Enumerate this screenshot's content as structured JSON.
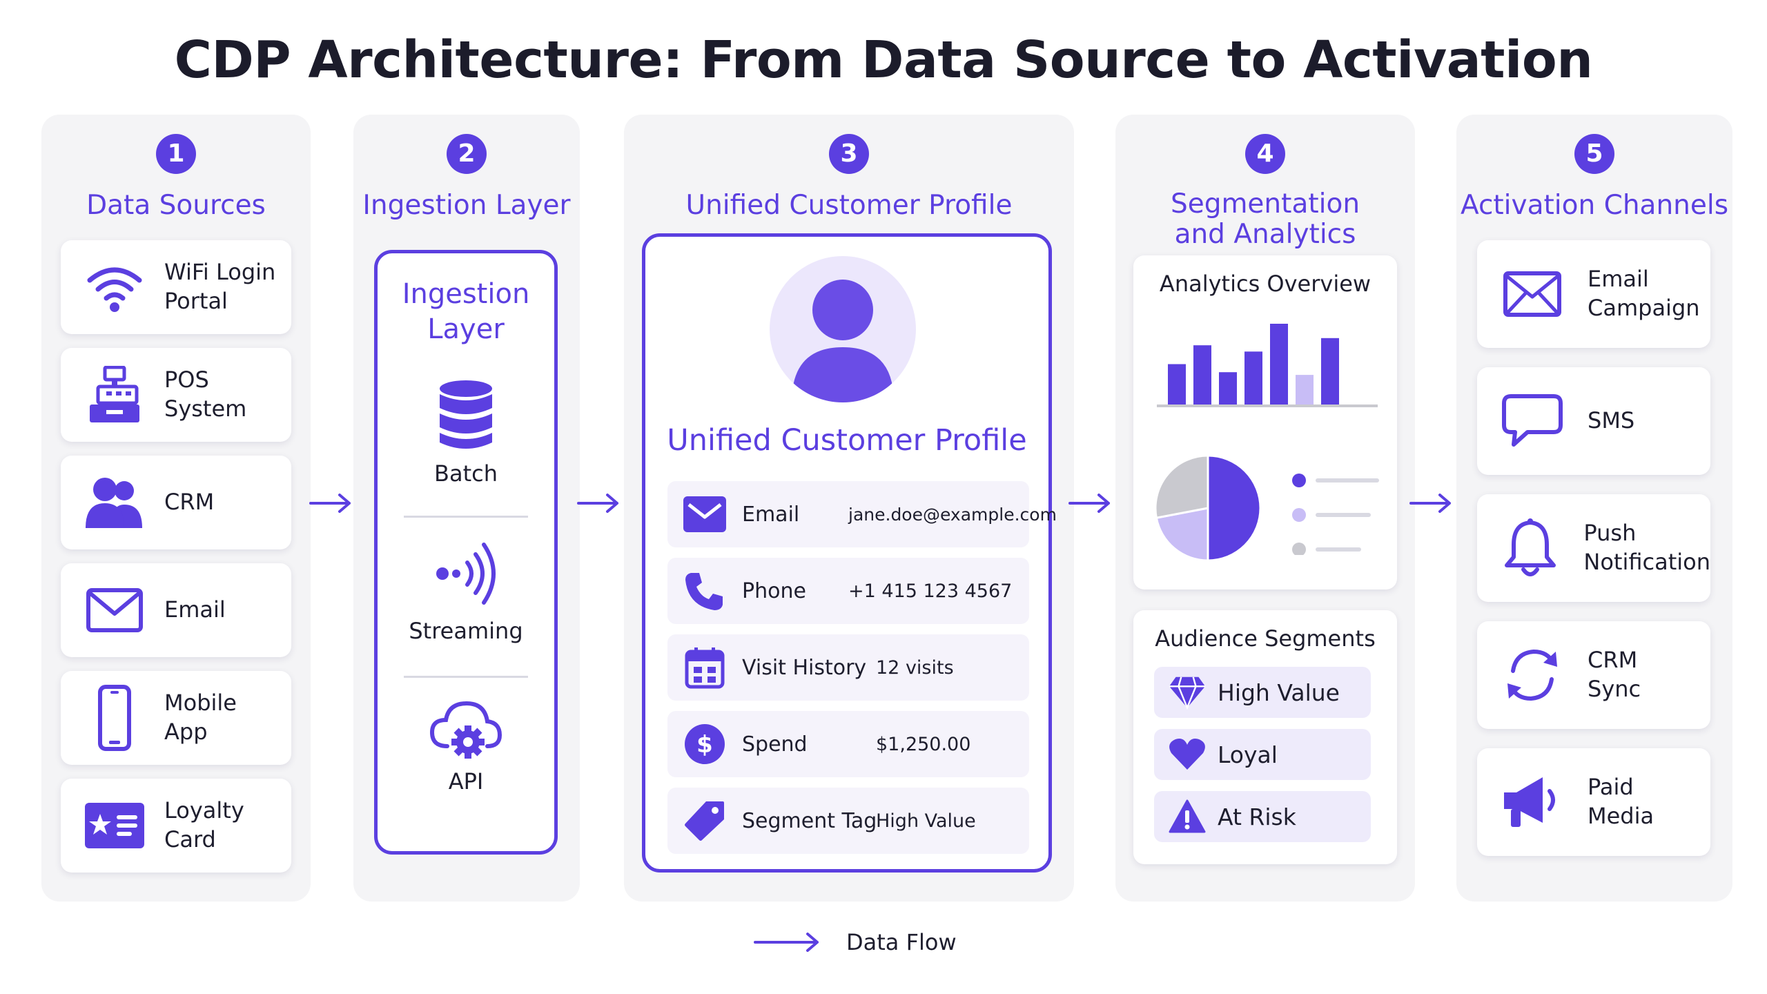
{
  "title": "CDP Architecture: From Data Source to Activation",
  "colors": {
    "accent": "#5b3fe0",
    "accent_light": "#c8bdf6",
    "panel": "#f4f4f6",
    "gray": "#c9c9cf"
  },
  "columns": [
    {
      "number": "1",
      "title": "Data Sources"
    },
    {
      "number": "2",
      "title": "Ingestion Layer"
    },
    {
      "number": "3",
      "title": "Unified Customer Profile"
    },
    {
      "number": "4",
      "title": "Segmentation and Analytics"
    },
    {
      "number": "5",
      "title": "Activation Channels"
    }
  ],
  "data_sources": [
    {
      "label": "WiFi Login\nPortal",
      "icon": "wifi-icon"
    },
    {
      "label": "POS\nSystem",
      "icon": "pos-register-icon"
    },
    {
      "label": "CRM",
      "icon": "users-icon"
    },
    {
      "label": "Email",
      "icon": "envelope-icon"
    },
    {
      "label": "Mobile\nApp",
      "icon": "smartphone-icon"
    },
    {
      "label": "Loyalty\nCard",
      "icon": "loyalty-card-icon"
    }
  ],
  "ingestion": {
    "title": "Ingestion\nLayer",
    "items": [
      {
        "label": "Batch",
        "icon": "database-icon"
      },
      {
        "label": "Streaming",
        "icon": "streaming-icon"
      },
      {
        "label": "API",
        "icon": "cloud-gear-icon"
      }
    ]
  },
  "profile": {
    "title": "Unified Customer Profile",
    "fields": [
      {
        "key": "Email",
        "value": "jane.doe@example.com",
        "icon": "envelope-icon"
      },
      {
        "key": "Phone",
        "value": "+1 415 123 4567",
        "icon": "phone-icon"
      },
      {
        "key": "Visit History",
        "value": "12 visits",
        "icon": "calendar-icon"
      },
      {
        "key": "Spend",
        "value": "$1,250.00",
        "icon": "dollar-icon"
      },
      {
        "key": "Segment Tag",
        "value": "High Value",
        "icon": "tag-icon"
      }
    ]
  },
  "analytics": {
    "overview_title": "Analytics Overview",
    "bar_values": [
      0.45,
      0.66,
      0.36,
      0.59,
      0.9,
      0.33,
      0.74
    ],
    "pie_fractions": [
      0.5,
      0.22,
      0.28
    ],
    "segments_title": "Audience Segments",
    "segments": [
      {
        "label": "High Value",
        "icon": "diamond-icon"
      },
      {
        "label": "Loyal",
        "icon": "heart-icon"
      },
      {
        "label": "At Risk",
        "icon": "warning-icon"
      }
    ]
  },
  "activation": [
    {
      "label": "Email\nCampaign",
      "icon": "envelope-icon"
    },
    {
      "label": "SMS",
      "icon": "chat-bubble-icon"
    },
    {
      "label": "Push\nNotification",
      "icon": "bell-icon"
    },
    {
      "label": "CRM\nSync",
      "icon": "sync-icon"
    },
    {
      "label": "Paid\nMedia",
      "icon": "megaphone-icon"
    }
  ],
  "legend": {
    "label": "Data Flow"
  }
}
